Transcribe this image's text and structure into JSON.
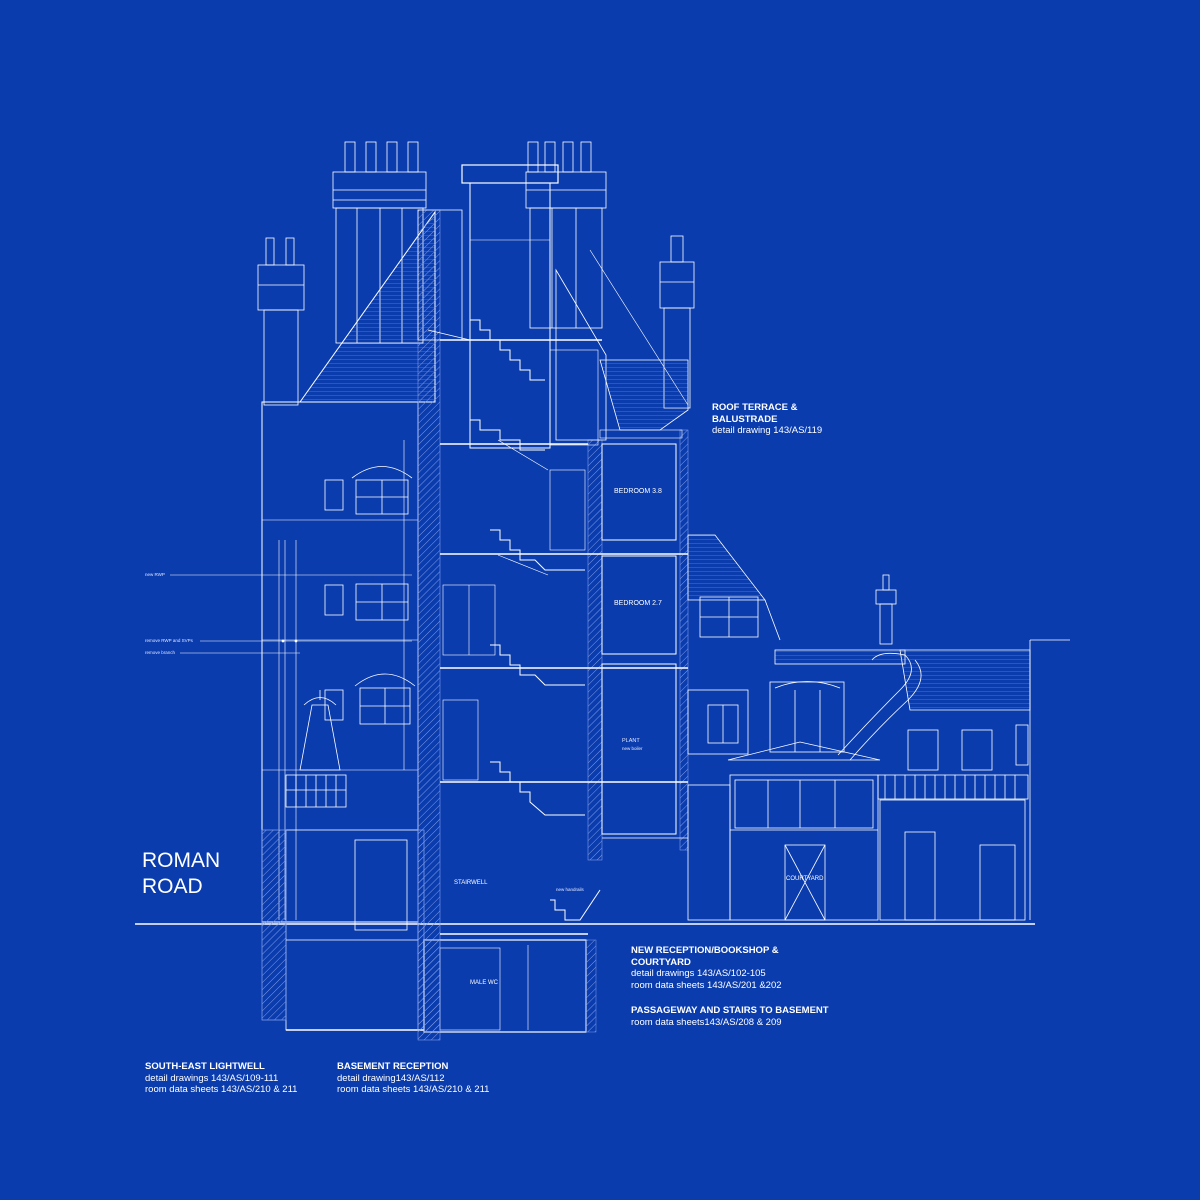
{
  "colors": {
    "background": "#0a3cae",
    "line": "#ffffff",
    "hatch": "#7d9ae6"
  },
  "street": {
    "line1": "ROMAN",
    "line2": "ROAD"
  },
  "annotations": {
    "roof_terrace": {
      "title_1": "ROOF TERRACE &",
      "title_2": "BALUSTRADE",
      "detail": "detail drawing 143/AS/119"
    },
    "new_reception": {
      "title_1": "NEW RECEPTION/BOOKSHOP &",
      "title_2": "COURTYARD",
      "detail": "detail drawings 143/AS/102-105",
      "sheets": "room data sheets 143/AS/201 &202"
    },
    "passageway": {
      "title": "PASSAGEWAY AND STAIRS TO BASEMENT",
      "sheets": "room data sheets143/AS/208 & 209"
    },
    "lightwell": {
      "title": "SOUTH-EAST LIGHTWELL",
      "detail": "detail drawings 143/AS/109-111",
      "sheets": "room data sheets 143/AS/210 & 211"
    },
    "basement_reception": {
      "title": "BASEMENT RECEPTION",
      "detail": "detail drawing143/AS/112",
      "sheets": "room data sheets 143/AS/210 & 211"
    }
  },
  "rooms": {
    "bedroom_38": "BEDROOM 3.8",
    "bedroom_27": "BEDROOM 2.7",
    "plant": "PLANT",
    "plant_sub": "new boiler",
    "stairwell": "STAIRWELL",
    "handrails": "new handrails",
    "male_wc": "MALE WC",
    "courtyard": "COURTYARD"
  },
  "callouts": {
    "new_rwp": "new RWP",
    "remove_rwp": "remove RWP and SVPs",
    "remove_branch": "remove branch"
  }
}
